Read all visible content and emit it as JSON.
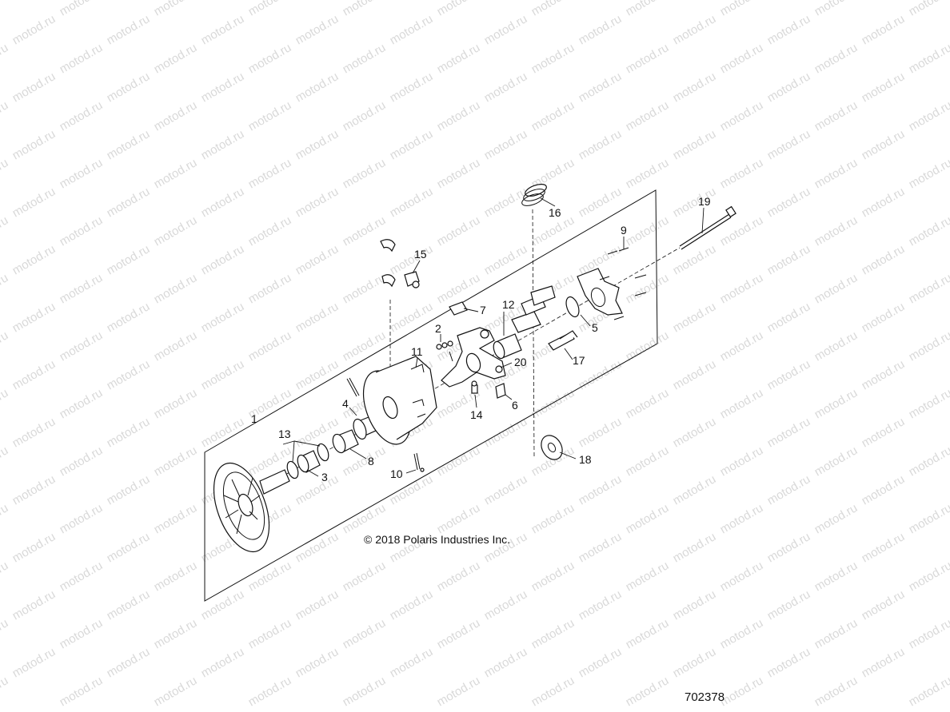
{
  "watermark": {
    "text": "motod.ru",
    "color": "#d9d9d9"
  },
  "copyright": "© 2018 Polaris Industries Inc.",
  "reference_number": "702378",
  "callouts": [
    "1",
    "2",
    "3",
    "4",
    "5",
    "6",
    "7",
    "8",
    "9",
    "10",
    "11",
    "12",
    "13",
    "14",
    "15",
    "16",
    "17",
    "18",
    "19",
    "20"
  ]
}
